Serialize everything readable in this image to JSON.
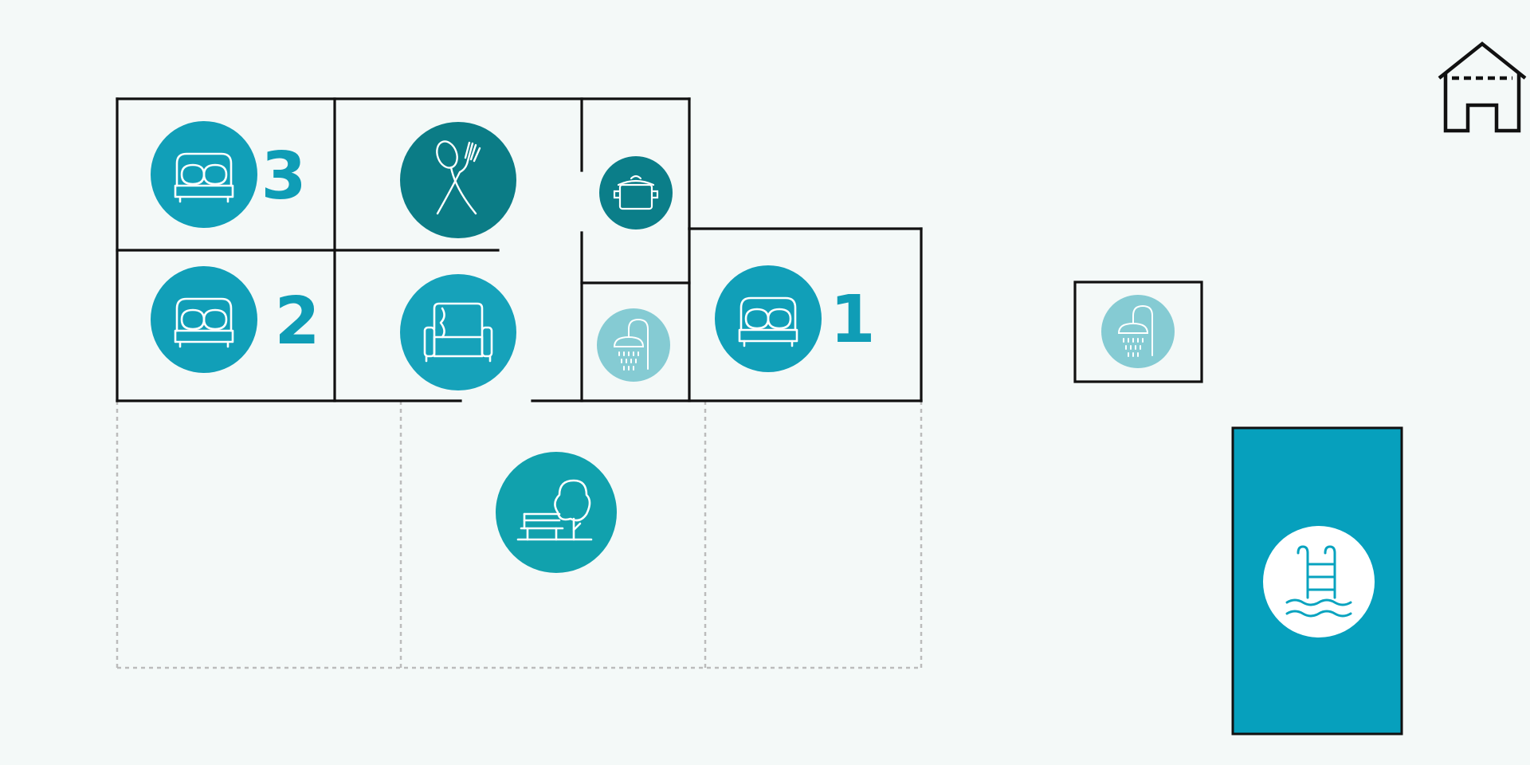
{
  "colors": {
    "background": "#f4f9f8",
    "wall": "#111111",
    "garden_boundary": "#bcbcbc",
    "bedroom": "#119fb8",
    "dining": "#0b7c86",
    "kitchen": "#0b7e89",
    "living": "#16a2ba",
    "bathroom": "#85cbd3",
    "garden": "#11a1ad",
    "pool": "#06a0bd",
    "pool_badge": "#ffffff",
    "icon_line": "#ffffff",
    "number_text": "#0f9db6"
  },
  "rooms": [
    {
      "id": "bedroom-3",
      "number": "3",
      "icon": "bed-icon"
    },
    {
      "id": "dining",
      "icon": "fork-spoon-icon"
    },
    {
      "id": "kitchen",
      "icon": "cooking-pot-icon"
    },
    {
      "id": "bedroom-2",
      "number": "2",
      "icon": "bed-icon"
    },
    {
      "id": "living-room",
      "icon": "sofa-icon"
    },
    {
      "id": "bathroom-inside",
      "icon": "shower-icon"
    },
    {
      "id": "bedroom-1",
      "number": "1",
      "icon": "bed-icon"
    },
    {
      "id": "outdoor-shower",
      "icon": "shower-icon"
    },
    {
      "id": "garden",
      "icon": "park-bench-tree-icon"
    },
    {
      "id": "swimming-pool",
      "icon": "pool-ladder-icon"
    }
  ],
  "legend_icon": "house-icon"
}
